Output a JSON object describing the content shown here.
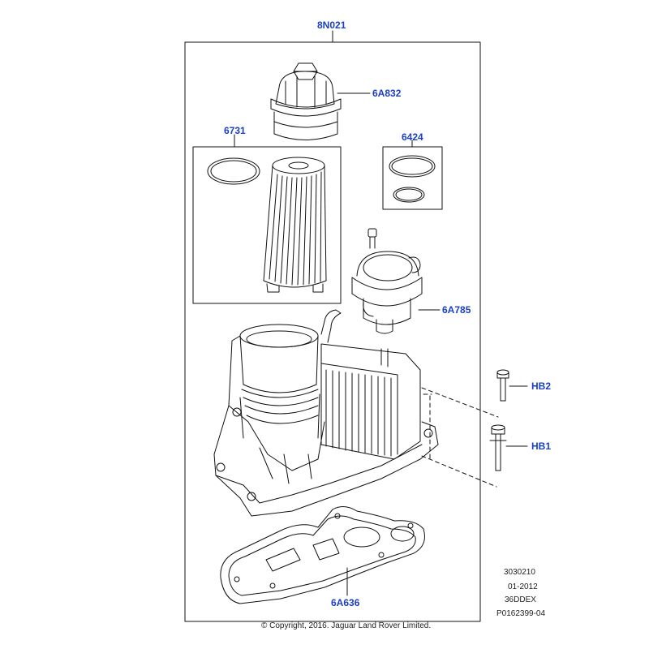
{
  "callouts": {
    "assembly": "8N021",
    "cap": "6A832",
    "filter_kit": "6731",
    "seal_kit": "6424",
    "valve": "6A785",
    "bolt_upper": "HB2",
    "bolt_lower": "HB1",
    "gasket": "6A636"
  },
  "reference": {
    "code": "3030210",
    "date": "01-2012",
    "model": "36DDEX",
    "part_ref": "P0162399-04"
  },
  "copyright": "© Copyright, 2016. Jaguar Land Rover Limited.",
  "colors": {
    "callout": "#1a3ec8",
    "line": "#111111"
  }
}
